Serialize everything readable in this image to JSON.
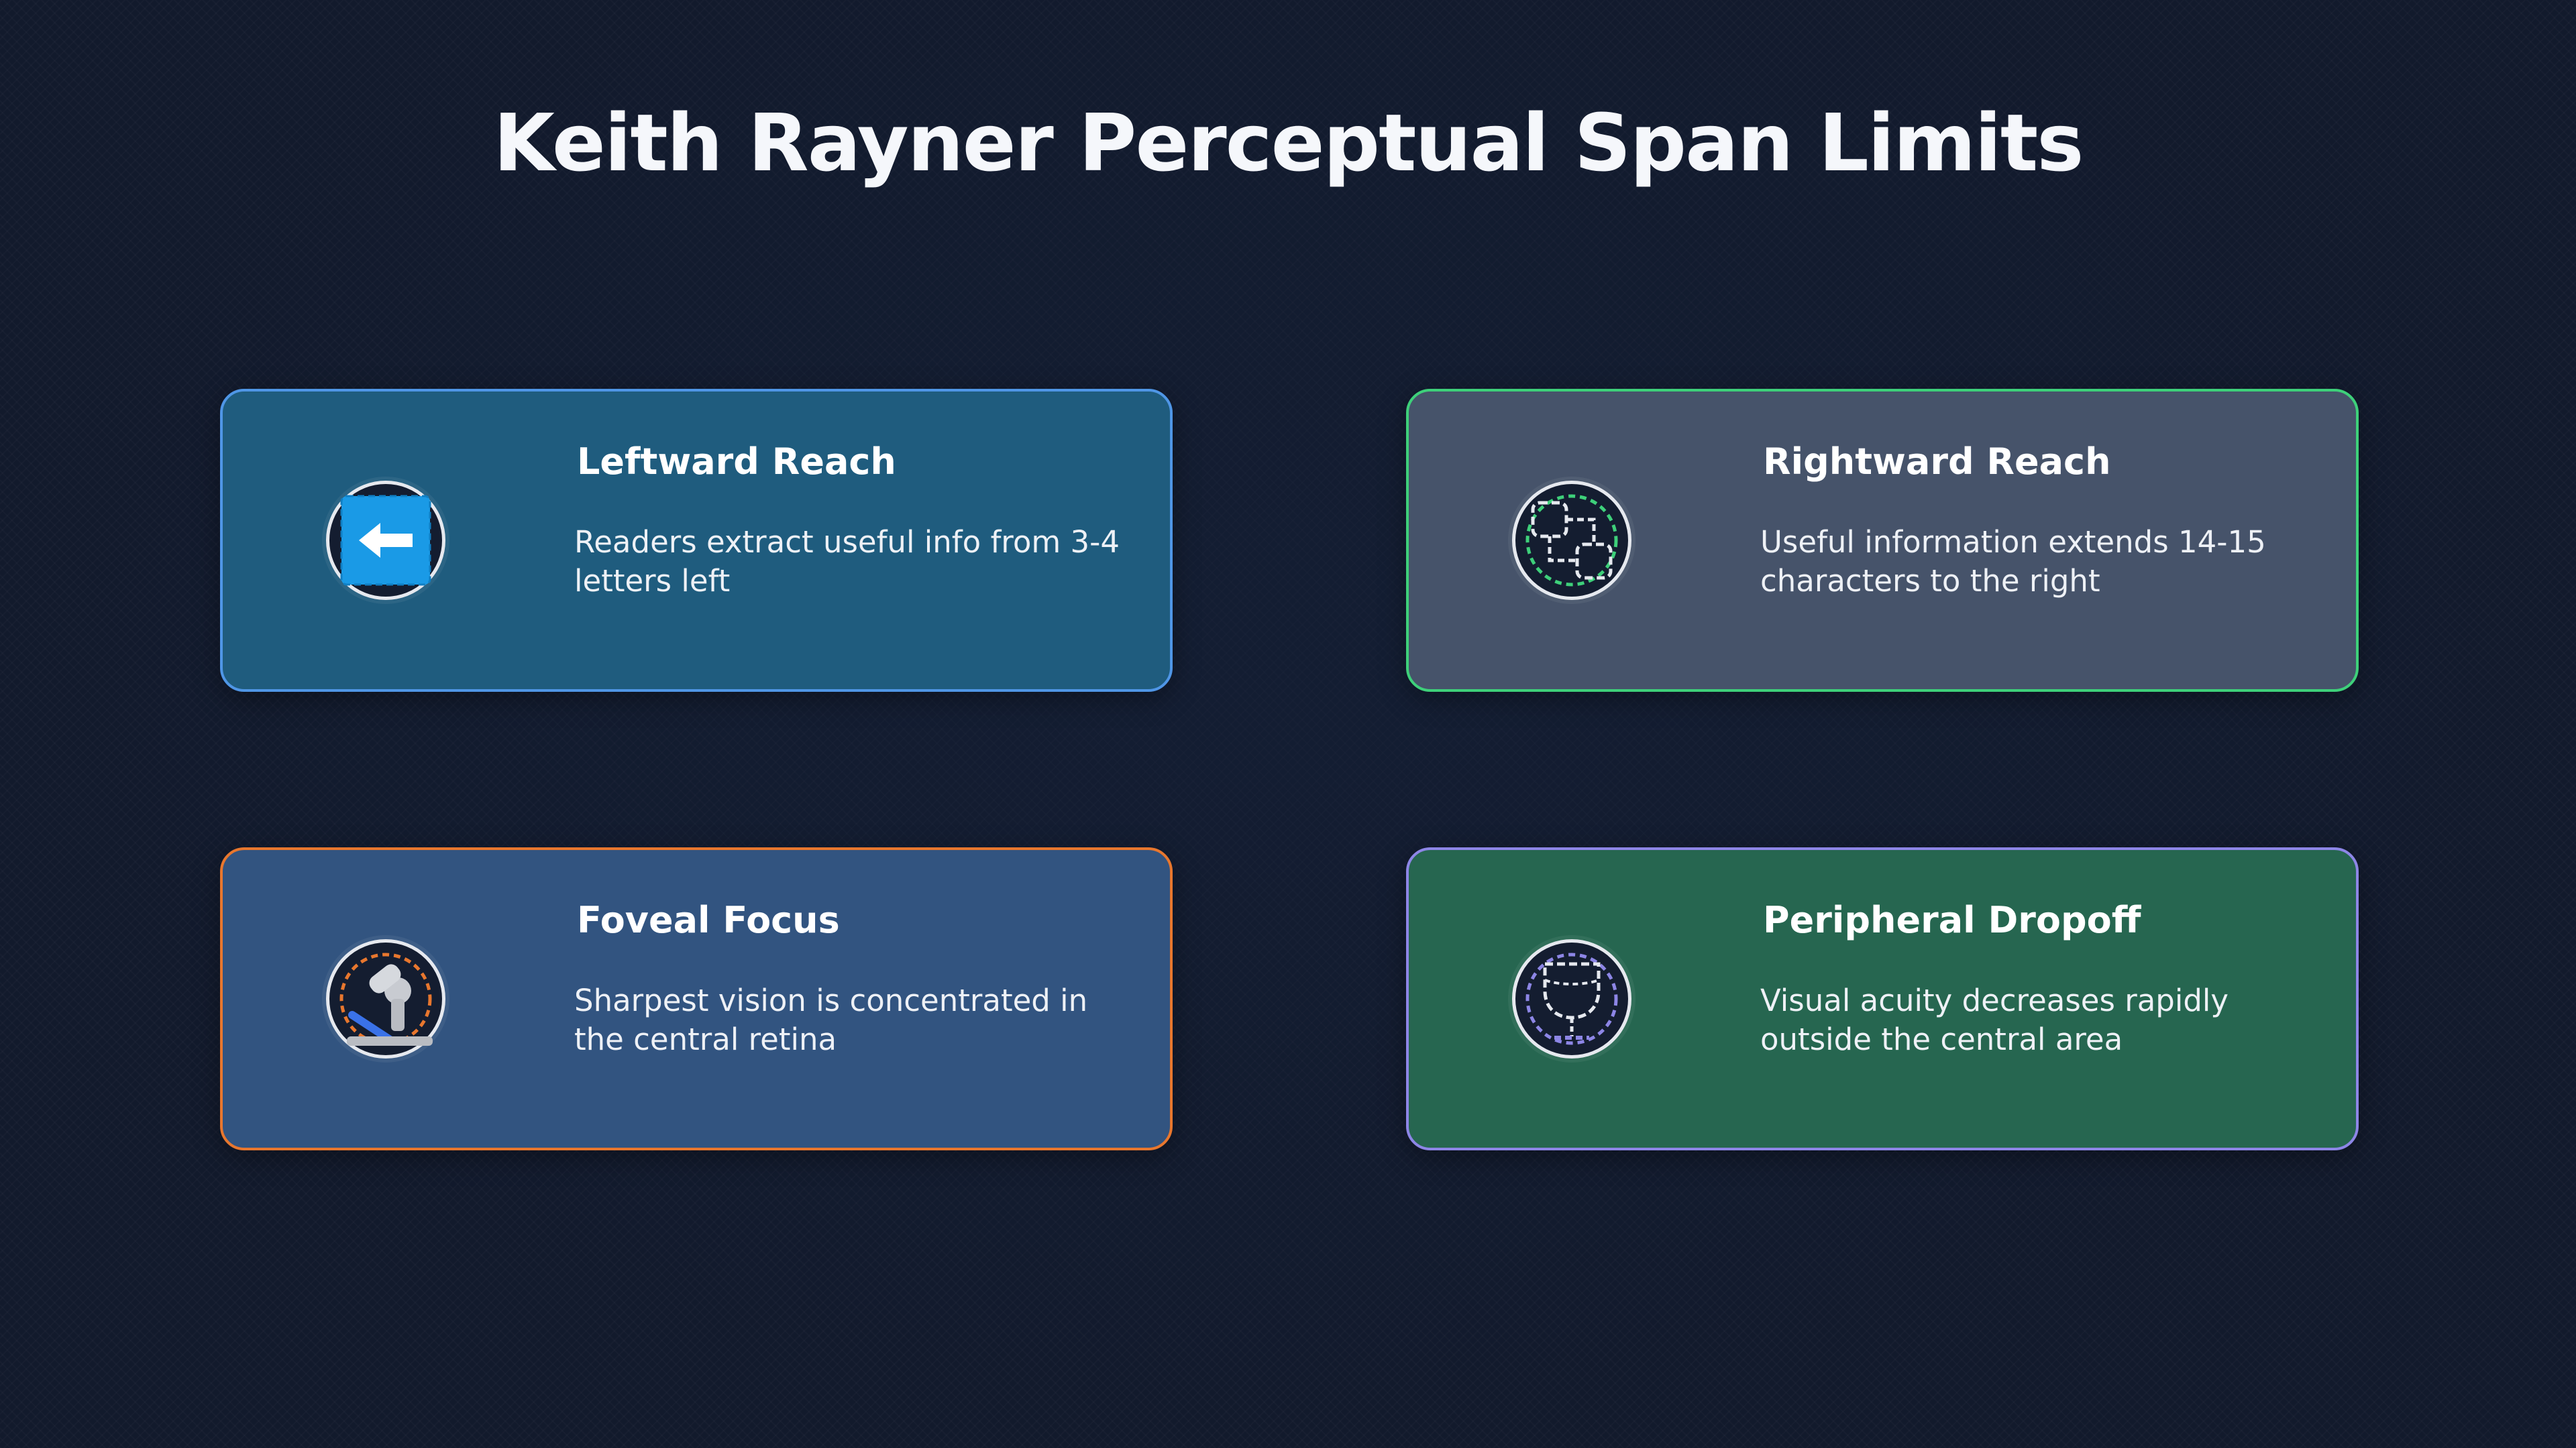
{
  "title": "Keith Rayner Perceptual Span Limits",
  "cards": [
    {
      "title": "Leftward Reach",
      "description": "Readers extract useful info from 3-4 letters left",
      "icon": "arrow-left-icon",
      "background": "#1f5c7e",
      "border": "#4f96e6"
    },
    {
      "title": "Rightward Reach",
      "description": "Useful information extends 14-15 characters to the right",
      "icon": "linked-squares-icon",
      "background": "#46536a",
      "border": "#3ed07a"
    },
    {
      "title": "Foveal Focus",
      "description": "Sharpest vision is concentrated in the central retina",
      "icon": "microscope-icon",
      "background": "#325480",
      "border": "#e8772e"
    },
    {
      "title": "Peripheral Dropoff",
      "description": "Visual acuity decreases rapidly outside the central area",
      "icon": "wine-glass-icon",
      "background": "#266650",
      "border": "#8d86e6"
    }
  ]
}
